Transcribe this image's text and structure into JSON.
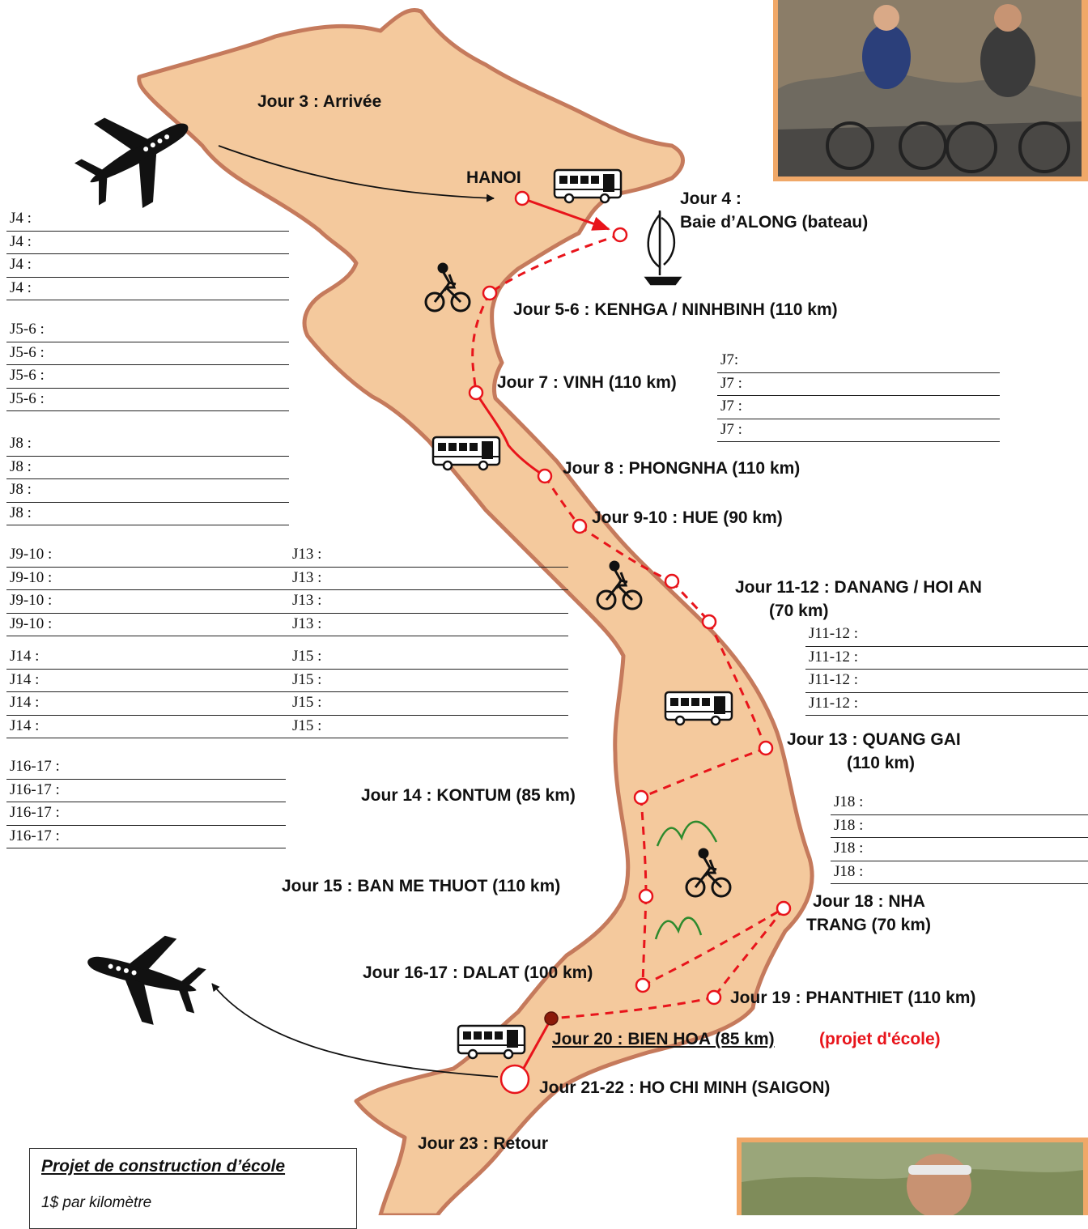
{
  "labels": {
    "arrivee": "Jour 3 : Arrivée",
    "hanoi": "HANOI",
    "along1": "Jour 4 :",
    "along2": "Baie d’ALONG (bateau)",
    "kenhga": "Jour 5-6 : KENHGA / NINHBINH (110 km)",
    "vinh": "Jour 7 : VINH (110 km)",
    "phongnha": "Jour 8 : PHONGNHA (110 km)",
    "hue": "Jour 9-10 : HUE (90 km)",
    "danang1": "Jour 11-12 : DANANG / HOI AN",
    "danang2": "(70 km)",
    "quangai1": "Jour 13 : QUANG GAI",
    "quangai2": "(110 km)",
    "kontum": "Jour 14 : KONTUM (85 km)",
    "banme": "Jour 15 : BAN ME THUOT (110 km)",
    "nhatrang1": "Jour 18 : NHA",
    "nhatrang2": "TRANG (70 km)",
    "dalat": "Jour 16-17 : DALAT (100 km)",
    "phanthiet": "Jour 19 : PHANTHIET (110 km)",
    "bienhoa": "Jour 20 : BIEN HOA (85 km)",
    "projet": "(projet d'école)",
    "hcm": "Jour 21-22 : HO CHI MINH (SAIGON)",
    "retour": "Jour 23 : Retour"
  },
  "notes": {
    "j4": [
      "J4 :",
      "J4 :",
      "J4 :",
      "J4 :"
    ],
    "j56": [
      "J5-6 :",
      "J5-6 :",
      "J5-6 :",
      "J5-6 :"
    ],
    "j8": [
      "J8 :",
      "J8 :",
      "J8 :",
      "J8 :"
    ],
    "j910": [
      "J9-10 :",
      "J9-10 :",
      "J9-10 :",
      "J9-10 :"
    ],
    "j13": [
      "J13 :",
      "J13 :",
      "J13 :",
      "J13 :"
    ],
    "j14": [
      "J14 :",
      "J14 :",
      "J14 :",
      "J14 :"
    ],
    "j15": [
      "J15 :",
      "J15 :",
      "J15 :",
      "J15 :"
    ],
    "j1617": [
      "J16-17 :",
      "J16-17 :",
      "J16-17 :",
      "J16-17 :"
    ],
    "j7": [
      "J7:",
      "J7 :",
      "J7 :",
      "J7 :"
    ],
    "j1112": [
      "J11-12 :",
      "J11-12 :",
      "J11-12 :",
      "J11-12 :"
    ],
    "j18": [
      "J18 :",
      "J18 :",
      "J18 :",
      "J18 :"
    ]
  },
  "project_box": {
    "title": "Projet de construction d’école",
    "subtitle": "1$ par kilomètre"
  },
  "colors": {
    "land": "#f4c99d",
    "border": "#c57a5c",
    "route": "#e8141b",
    "accent": "#f0a868"
  },
  "icons": [
    "airplane-icon",
    "bus-icon",
    "bicycle-icon",
    "sailboat-icon",
    "mountain-icon"
  ]
}
